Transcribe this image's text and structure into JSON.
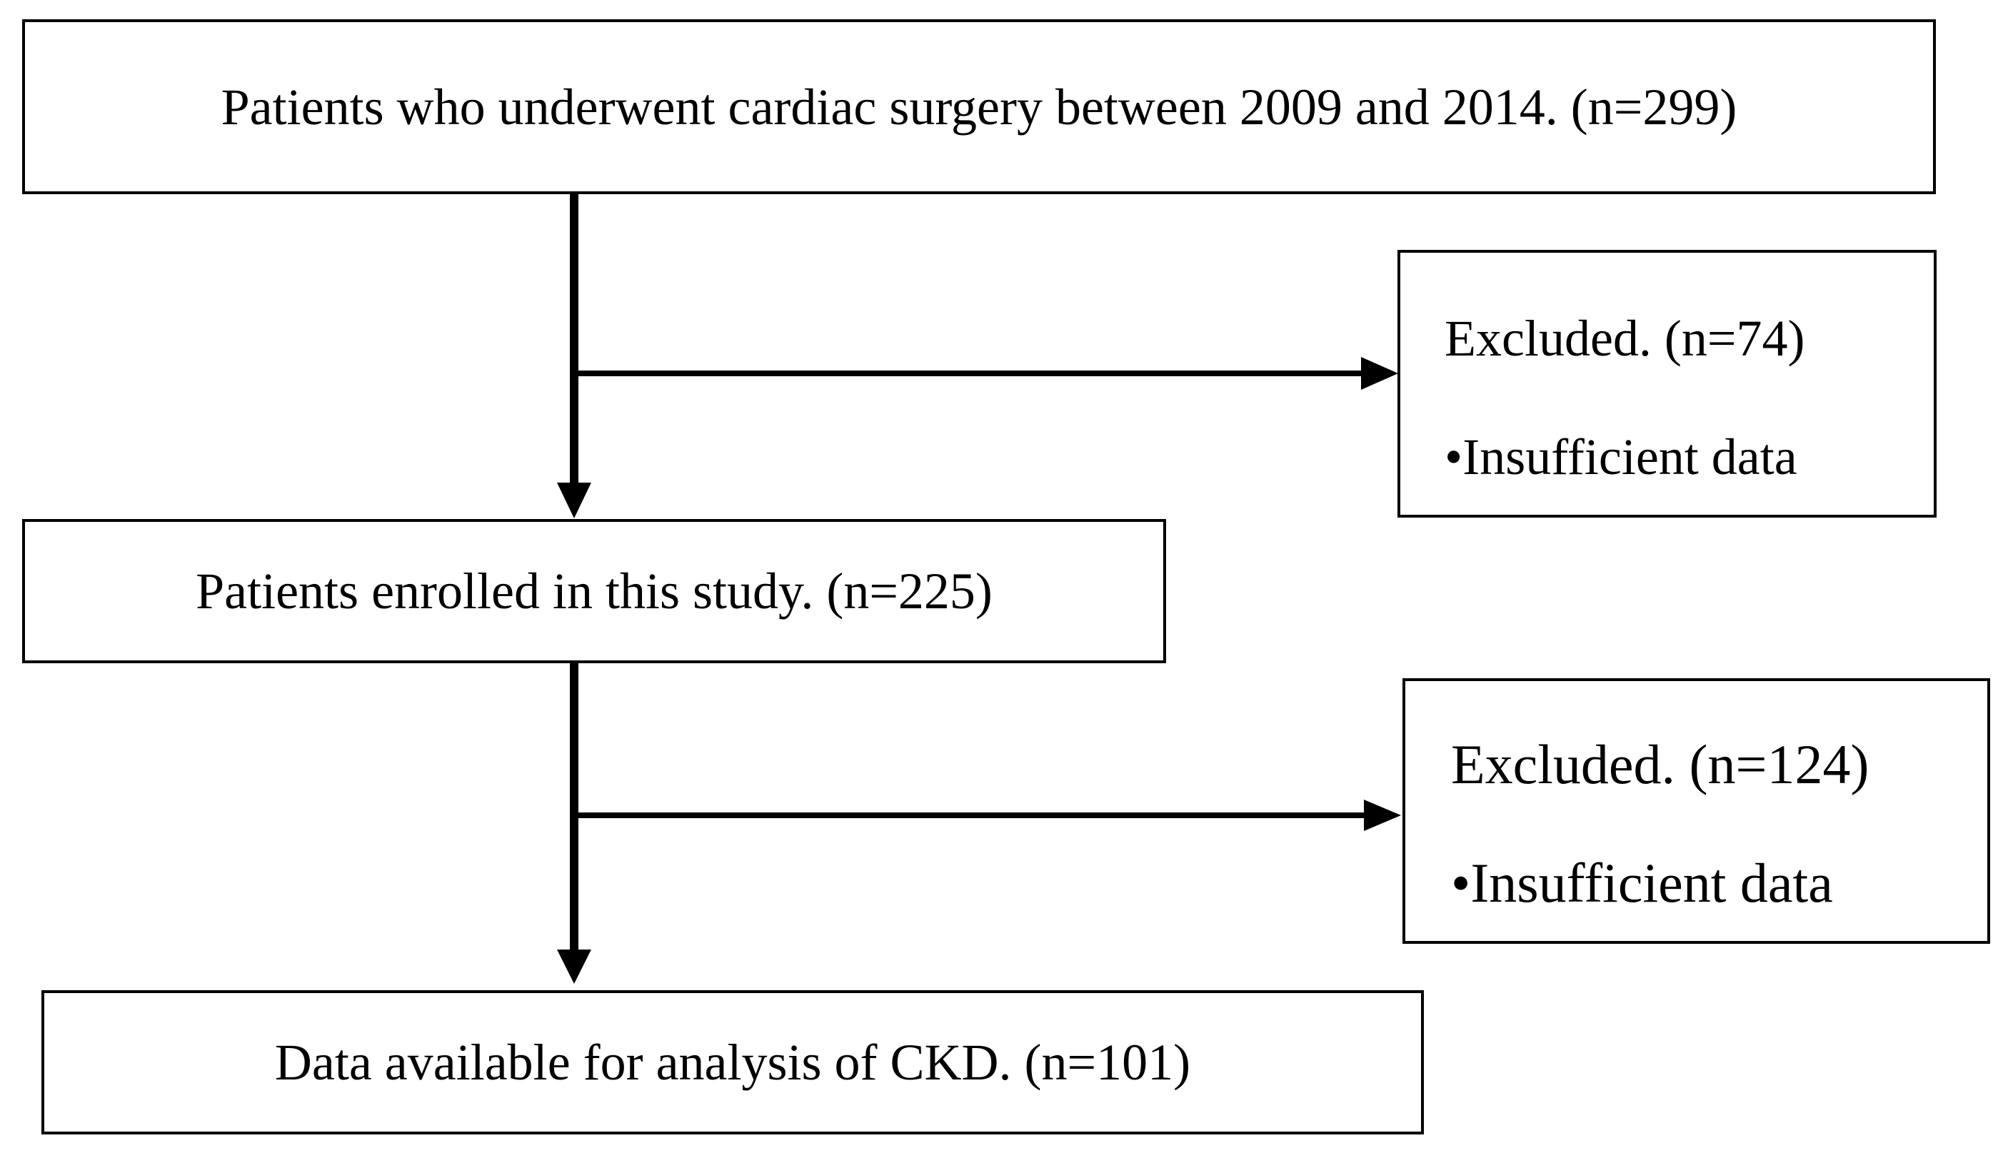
{
  "flowchart": {
    "box_total": {
      "text": "Patients who underwent cardiac surgery between 2009 and 2014. (n=299)"
    },
    "box_excluded_1": {
      "title": "Excluded. (n=74)",
      "bullet": "•",
      "reason": "Insufficient data"
    },
    "box_enrolled": {
      "text": "Patients enrolled in this study. (n=225)"
    },
    "box_excluded_2": {
      "title": "Excluded. (n=124)",
      "bullet": "•",
      "reason": "Insufficient data"
    },
    "box_analysis": {
      "text": "Data available for analysis of CKD. (n=101)"
    }
  },
  "colors": {
    "line": "#000000",
    "background": "#ffffff"
  }
}
